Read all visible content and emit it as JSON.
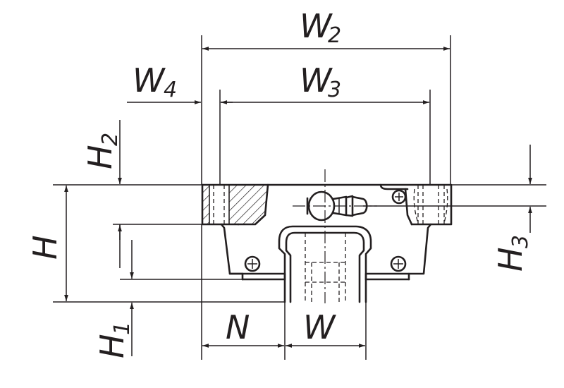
{
  "diagram": {
    "labels": {
      "W2": {
        "main": "W",
        "sub": "2"
      },
      "W3": {
        "main": "W",
        "sub": "3"
      },
      "W4": {
        "main": "W",
        "sub": "4"
      },
      "H2": {
        "main": "H",
        "sub": "2"
      },
      "H": {
        "main": "H"
      },
      "H1": {
        "main": "H",
        "sub": "1"
      },
      "H3": {
        "main": "H",
        "sub": "3"
      },
      "N": {
        "main": "N"
      },
      "W": {
        "main": "W"
      }
    }
  },
  "colors": {
    "ink": "#231f20",
    "background": "#ffffff"
  }
}
